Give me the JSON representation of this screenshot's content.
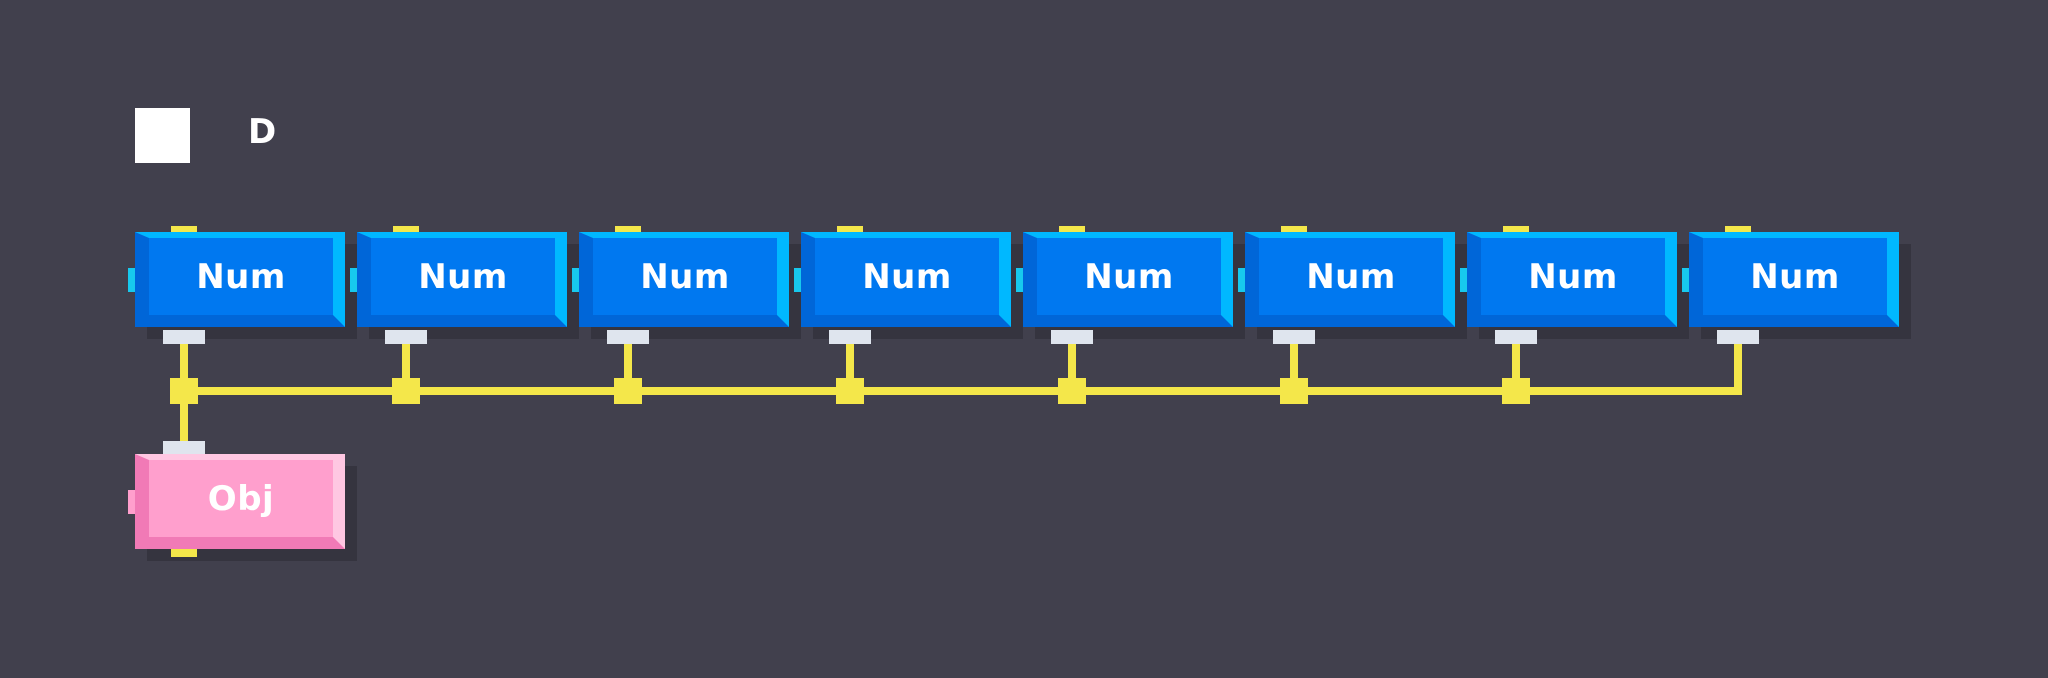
{
  "legend": {
    "label": "D",
    "swatch_color": "#ffffff"
  },
  "blocks": {
    "num_label": "Num",
    "obj_label": "Obj",
    "num_count": 8
  },
  "colors": {
    "background": "#41404d",
    "num_block": "#0078f0",
    "obj_block": "#ff9fcd",
    "wire": "#f4e74a",
    "data_port": "#dfe5ee"
  },
  "wire_color": "#f4e74a"
}
